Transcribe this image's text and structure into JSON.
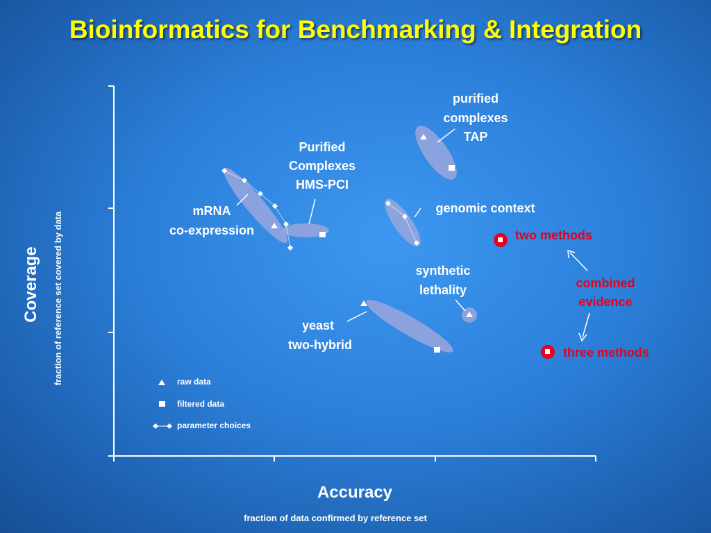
{
  "slide": {
    "title": "Bioinformatics for Benchmarking & Integration"
  },
  "colors": {
    "title": "#ffff00",
    "label": "#ffffff",
    "highlight": "#e6001a",
    "region": "#9aa6dc"
  },
  "chart_data": {
    "type": "scatter",
    "xlabel": "Accuracy",
    "xsublabel": "fraction of data confirmed by reference set",
    "ylabel": "Coverage",
    "ysublabel": "fraction of reference set covered by data",
    "tick_labels": "none",
    "legend": {
      "placement": "bottom-left",
      "entries": [
        {
          "marker": "triangle",
          "label": "raw data"
        },
        {
          "marker": "square",
          "label": "filtered data"
        },
        {
          "marker": "diamond-pair",
          "label": "parameter choices"
        }
      ]
    },
    "series": [
      {
        "name": "purified complexes TAP",
        "label": [
          "purified",
          "complexes",
          "TAP"
        ]
      },
      {
        "name": "Purified Complexes HMS-PCI",
        "label": [
          "Purified",
          "Complexes",
          "HMS-PCI"
        ]
      },
      {
        "name": "mRNA co-expression",
        "label": [
          "mRNA",
          "co-expression"
        ]
      },
      {
        "name": "genomic context",
        "label": [
          "genomic context"
        ]
      },
      {
        "name": "synthetic lethality",
        "label": [
          "synthetic",
          "lethality"
        ]
      },
      {
        "name": "yeast two-hybrid",
        "label": [
          "yeast",
          "two-hybrid"
        ]
      },
      {
        "name": "two methods",
        "label": [
          "two methods"
        ]
      },
      {
        "name": "three methods",
        "label": [
          "three methods"
        ]
      }
    ],
    "annotation": {
      "label": [
        "combined",
        "evidence"
      ]
    }
  }
}
